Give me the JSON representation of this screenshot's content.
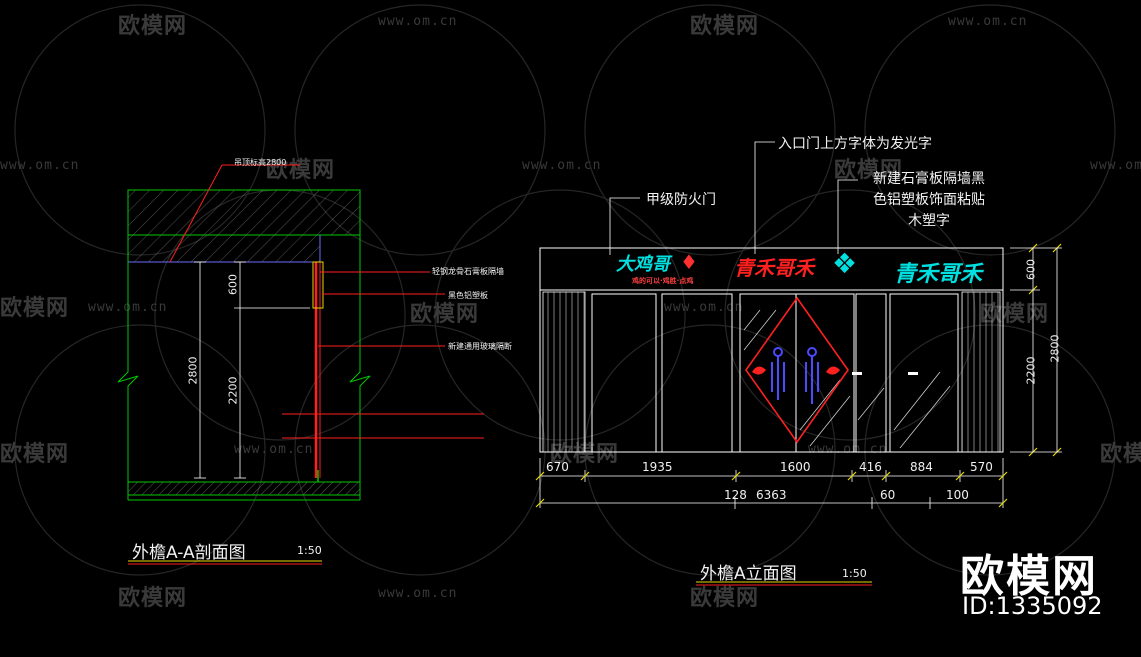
{
  "watermark": {
    "logo_text": "欧模网",
    "url_text": "www.om.cn"
  },
  "section_drawing": {
    "title": "外檐A-A剖面图",
    "scale": "1:50",
    "annotations": {
      "ceiling": "吊顶标高2800",
      "wall": "轻钢龙骨石膏板隔墙",
      "panel": "黑色铝塑板",
      "glass": "新建通用玻璃隔断"
    },
    "dims": {
      "total_height": "2800",
      "top": "600",
      "bottom": "2200"
    }
  },
  "elevation_drawing": {
    "title": "外檐A立面图",
    "scale": "1:50",
    "annotations": {
      "fire_door": "甲级防火门",
      "glow_text": "入口门上方字体为发光字",
      "gypsum_wall": "新建石膏板隔墙黑\n色铝塑板饰面粘贴\n木塑字"
    },
    "signage": {
      "sign1": "大鸡哥",
      "sign1_sub": "鸡的可以·鸡胜·点鸡",
      "sign2": "青禾哥禾",
      "sign3": "青禾哥禾"
    },
    "dims_bottom_row1": [
      "670",
      "1935",
      "1600",
      "416",
      "884",
      "570"
    ],
    "dims_bottom_row2": [
      "128",
      "6363",
      "60",
      "100"
    ],
    "dims_right": {
      "top": "600",
      "bottom": "2200",
      "total": "2800"
    }
  },
  "brand": {
    "name": "欧模网",
    "id": "ID:1335092"
  },
  "colors": {
    "background": "#000000",
    "line_white": "#ffffff",
    "line_green": "#00c800",
    "line_red": "#ff2020",
    "line_blue": "#6a6aff",
    "line_yellow": "#e8d800",
    "line_cyan": "#00e0e0",
    "watermark": "#3a3a3a"
  }
}
